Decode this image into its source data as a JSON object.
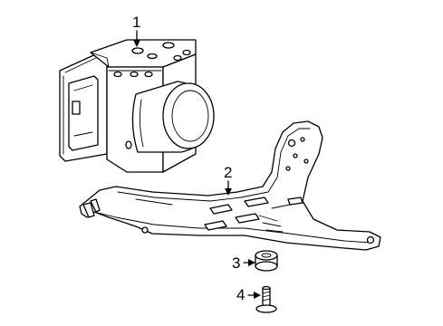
{
  "callouts": [
    {
      "id": 1,
      "label": "1",
      "part": "abs-modulator-assembly"
    },
    {
      "id": 2,
      "label": "2",
      "part": "mounting-bracket"
    },
    {
      "id": 3,
      "label": "3",
      "part": "insulator"
    },
    {
      "id": 4,
      "label": "4",
      "part": "bolt"
    }
  ]
}
